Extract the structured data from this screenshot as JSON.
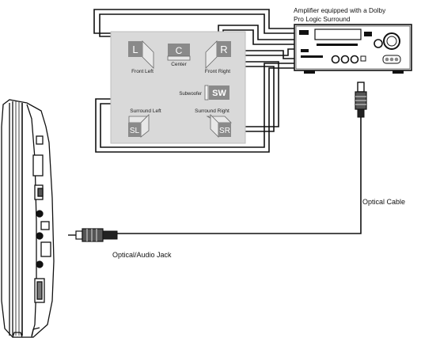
{
  "amplifier": {
    "label_line1": "Amplifier equipped with a Dolby",
    "label_line2": "Pro Logic Surround"
  },
  "speakers": {
    "front_left": {
      "letter": "L",
      "caption": "Front Left"
    },
    "center": {
      "letter": "C",
      "caption": "Center"
    },
    "front_right": {
      "letter": "R",
      "caption": "Front Right"
    },
    "subwoofer": {
      "letter": "SW",
      "caption": "Subwoofer"
    },
    "surround_left": {
      "letter": "SL",
      "caption": "Surround Left"
    },
    "surround_right": {
      "letter": "SR",
      "caption": "Surround Right"
    }
  },
  "cables": {
    "optical_cable": "Optical Cable",
    "optical_audio_jack": "Optical/Audio Jack"
  },
  "colors": {
    "room_panel": "#d9d9d9",
    "speaker_fill": "#8a8a8a",
    "line": "#111111"
  }
}
